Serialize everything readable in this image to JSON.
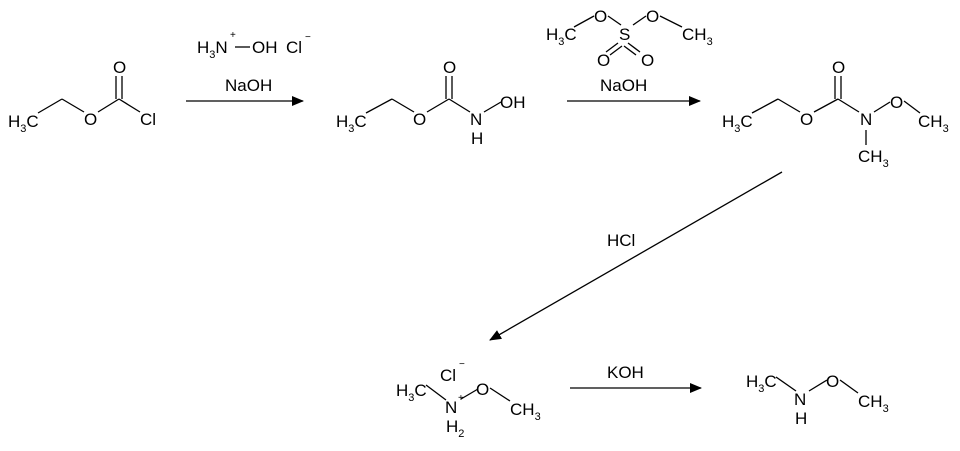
{
  "atoms": {
    "h3c": "H3C",
    "h3": "H3",
    "ch3": "CH3",
    "h2": "H2",
    "c": "C",
    "h": "H",
    "o": "O",
    "cl": "Cl",
    "n": "N",
    "s": "S",
    "oh": "OH",
    "cl_minus": "Cl",
    "minus": "−",
    "plus": "+"
  },
  "arrows": [
    {
      "id": "step1",
      "reagents": [
        "H3N+–OH Cl−",
        "NaOH"
      ]
    },
    {
      "id": "step2",
      "reagents": [
        "dimethyl sulfate",
        "NaOH"
      ]
    },
    {
      "id": "step3",
      "reagents": [
        "HCl"
      ]
    },
    {
      "id": "step4",
      "reagents": [
        "KOH"
      ]
    }
  ],
  "labels": {
    "naoh_1": "NaOH",
    "naoh_2": "NaOH",
    "hcl": "HCl",
    "koh": "KOH"
  }
}
